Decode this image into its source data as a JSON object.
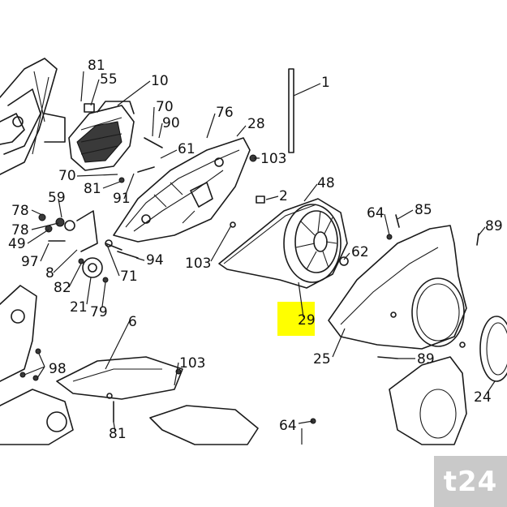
{
  "diagram": {
    "callouts": [
      "81",
      "55",
      "10",
      "70",
      "90",
      "76",
      "28",
      "61",
      "103",
      "1",
      "70",
      "81",
      "91",
      "2",
      "48",
      "78",
      "59",
      "64",
      "85",
      "89",
      "78",
      "49",
      "62",
      "97",
      "8",
      "94",
      "103",
      "82",
      "71",
      "21",
      "79",
      "29",
      "6",
      "25",
      "98",
      "103",
      "89",
      "24",
      "81",
      "64"
    ],
    "highlight_color": "#ffff00",
    "highlighted_callout": "29"
  },
  "logo": {
    "text": "t24",
    "color": "#c9c9c9"
  }
}
